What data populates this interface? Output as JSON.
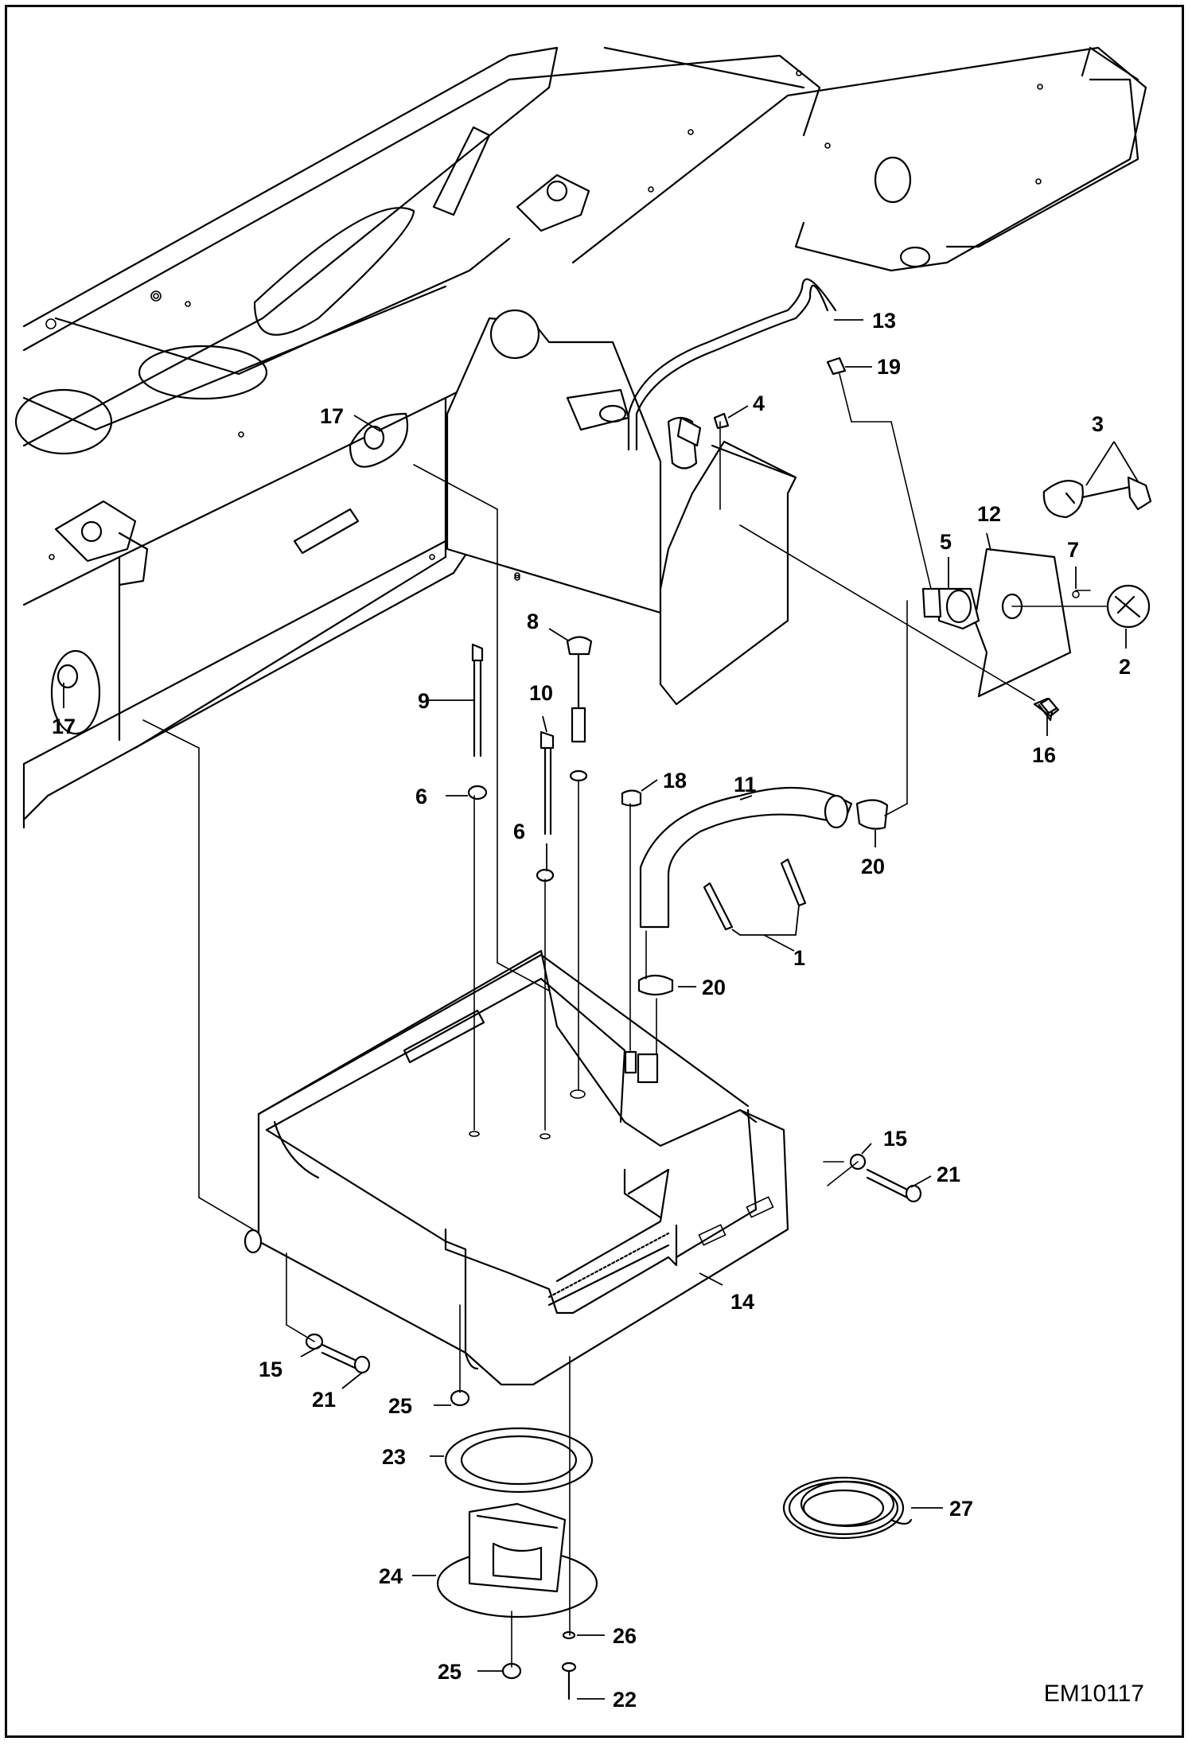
{
  "diagram": {
    "drawing_code": "EM10117",
    "callouts": [
      {
        "id": "c1",
        "label": "1"
      },
      {
        "id": "c2",
        "label": "2"
      },
      {
        "id": "c3",
        "label": "3"
      },
      {
        "id": "c4",
        "label": "4"
      },
      {
        "id": "c5",
        "label": "5"
      },
      {
        "id": "c6a",
        "label": "6"
      },
      {
        "id": "c6b",
        "label": "6"
      },
      {
        "id": "c7",
        "label": "7"
      },
      {
        "id": "c8",
        "label": "8"
      },
      {
        "id": "c9",
        "label": "9"
      },
      {
        "id": "c10",
        "label": "10"
      },
      {
        "id": "c11",
        "label": "11"
      },
      {
        "id": "c12",
        "label": "12"
      },
      {
        "id": "c13",
        "label": "13"
      },
      {
        "id": "c14",
        "label": "14"
      },
      {
        "id": "c15a",
        "label": "15"
      },
      {
        "id": "c15b",
        "label": "15"
      },
      {
        "id": "c16",
        "label": "16"
      },
      {
        "id": "c17a",
        "label": "17"
      },
      {
        "id": "c17b",
        "label": "17"
      },
      {
        "id": "c18",
        "label": "18"
      },
      {
        "id": "c19",
        "label": "19"
      },
      {
        "id": "c20a",
        "label": "20"
      },
      {
        "id": "c20b",
        "label": "20"
      },
      {
        "id": "c21a",
        "label": "21"
      },
      {
        "id": "c21b",
        "label": "21"
      },
      {
        "id": "c22",
        "label": "22"
      },
      {
        "id": "c23",
        "label": "23"
      },
      {
        "id": "c24",
        "label": "24"
      },
      {
        "id": "c25a",
        "label": "25"
      },
      {
        "id": "c25b",
        "label": "25"
      },
      {
        "id": "c26",
        "label": "26"
      },
      {
        "id": "c27",
        "label": "27"
      }
    ]
  }
}
